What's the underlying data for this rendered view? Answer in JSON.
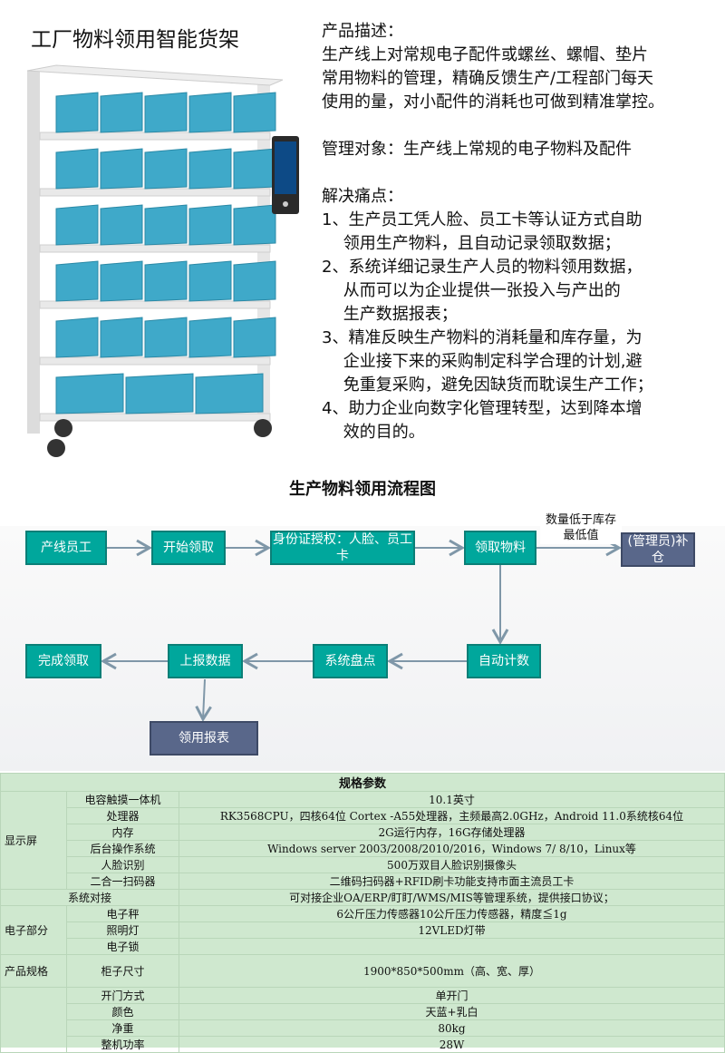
{
  "title": "工厂物料领用智能货架",
  "description": {
    "lines": [
      "产品描述：",
      "生产线上对常规电子配件或螺丝、螺帽、垫片",
      "常用物料的管理，精确反馈生产/工程部门每天",
      "使用的量，对小配件的消耗也可做到精准掌控。",
      "",
      "管理对象：生产线上常规的电子物料及配件",
      "",
      "解决痛点：",
      "1、生产员工凭人脸、员工卡等认证方式自助",
      "　 领用生产物料，且自动记录领取数据；",
      "2、系统详细记录生产人员的物料领用数据，",
      "　 从而可以为企业提供一张投入与产出的",
      "　 生产数据报表；",
      "3、精准反映生产物料的消耗量和库存量，为",
      "　 企业接下来的采购制定科学合理的计划,避",
      "　 免重复采购，避免因缺货而耽误生产工作；",
      "4、助力企业向数字化管理转型，达到降本增",
      "　 效的目的。"
    ]
  },
  "flow": {
    "title": "生产物料领用流程图",
    "steps": {
      "s1": "产线员工",
      "s2": "开始领取",
      "s3": "身份证授权：人脸、员工卡",
      "s4": "领取物料",
      "s5": "(管理员)补仓",
      "s6": "自动计数",
      "s7": "系统盘点",
      "s8": "上报数据",
      "s9": "完成领取",
      "s10": "领用报表"
    },
    "note": "数量低于库存最低值"
  },
  "spec": {
    "title": "规格参数",
    "rows": [
      {
        "group": "显示屏",
        "item": "电容触摸一体机",
        "value": "10.1英寸"
      },
      {
        "item": "处理器",
        "value": "RK3568CPU，四核64位 Cortex -A55处理器，主频最高2.0GHz，Android 11.0系统核64位"
      },
      {
        "item": "内存",
        "value": "2G运行内存，16G存储处理器"
      },
      {
        "item": "后台操作系统",
        "value": "Windows server 2003/2008/2010/2016，Windows 7/ 8/10，Linux等"
      },
      {
        "item": "人脸识别",
        "value": "500万双目人脸识别摄像头"
      },
      {
        "item": "二合一扫码器",
        "value": "二维码扫码器+RFID刷卡功能支持市面主流员工卡"
      },
      {
        "item": "系统对接",
        "value": "可对接企业OA/ERP/盯盯/WMS/MIS等管理系统，提供接口协议；"
      },
      {
        "group": "电子部分",
        "item": "电子秤",
        "value": "6公斤压力传感器10公斤压力传感器，精度≦1g"
      },
      {
        "item": "照明灯",
        "value": "12VLED灯带"
      },
      {
        "item": "电子锁",
        "value": ""
      },
      {
        "group": "产品规格",
        "item": "柜子尺寸",
        "value": "1900*850*500mm（高、宽、厚）"
      },
      {
        "item": "开门方式",
        "value": "单开门"
      },
      {
        "item": "颜色",
        "value": "天蓝+乳白"
      },
      {
        "item": "净重",
        "value": "80kg"
      },
      {
        "item": "整机功率",
        "value": "28W"
      }
    ]
  },
  "colors": {
    "teal": "#00a79c",
    "navy": "#59678a",
    "bin": "#3fa9c9",
    "table": "#cfe8cf"
  }
}
